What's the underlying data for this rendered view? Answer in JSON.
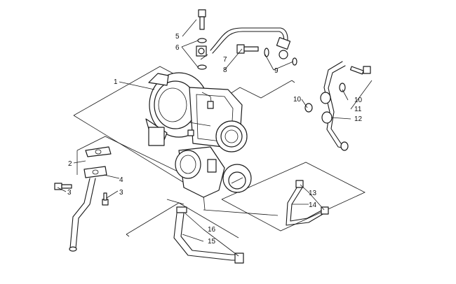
{
  "callouts": [
    {
      "id": "1",
      "text": "1"
    },
    {
      "id": "2",
      "text": "2"
    },
    {
      "id": "3a",
      "text": "3"
    },
    {
      "id": "3b",
      "text": "3"
    },
    {
      "id": "4",
      "text": "4"
    },
    {
      "id": "5",
      "text": "5"
    },
    {
      "id": "6",
      "text": "6"
    },
    {
      "id": "7",
      "text": "7"
    },
    {
      "id": "8",
      "text": "8"
    },
    {
      "id": "9",
      "text": "9"
    },
    {
      "id": "10a",
      "text": "10"
    },
    {
      "id": "10b",
      "text": "10"
    },
    {
      "id": "11",
      "text": "11"
    },
    {
      "id": "12",
      "text": "12"
    },
    {
      "id": "13",
      "text": "13"
    },
    {
      "id": "14",
      "text": "14"
    },
    {
      "id": "15",
      "text": "15"
    },
    {
      "id": "16",
      "text": "16"
    }
  ]
}
